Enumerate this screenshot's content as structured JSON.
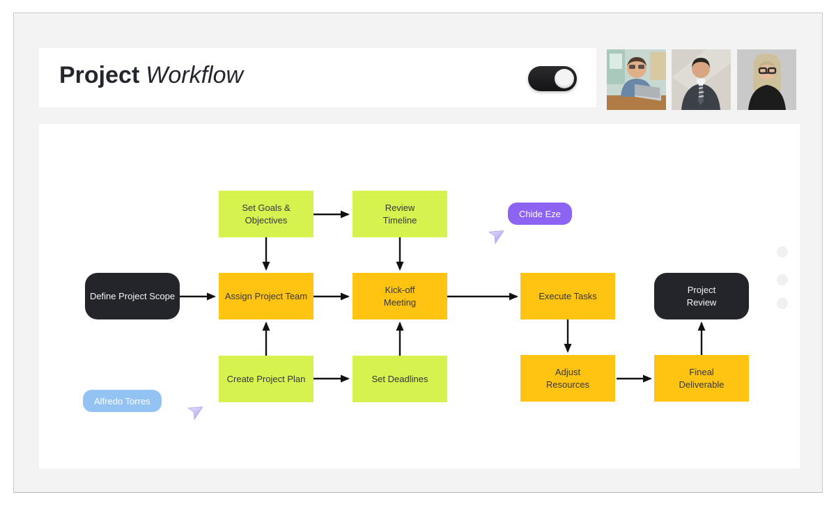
{
  "header": {
    "title_bold": "Project",
    "title_italic": "Workflow",
    "toggle": {
      "state": "on"
    }
  },
  "team": {
    "avatars": [
      {
        "name": "man-with-laptop"
      },
      {
        "name": "man-in-suit"
      },
      {
        "name": "woman-with-glasses"
      }
    ]
  },
  "collab_cursors": [
    {
      "label": "Chide Eze",
      "pill_color": "#8c63f2"
    },
    {
      "label": "Alfredo Torres",
      "pill_color": "#93c3f3"
    }
  ],
  "flowchart": {
    "nodes": [
      {
        "id": "define-project-scope",
        "label": "Define Project Scope",
        "style": "dark"
      },
      {
        "id": "set-goals-objectives",
        "label": "Set Goals & Objectives",
        "style": "green"
      },
      {
        "id": "review-timeline",
        "label": "Review\nTimeline",
        "style": "green"
      },
      {
        "id": "assign-project-team",
        "label": "Assign Project Team",
        "style": "orange"
      },
      {
        "id": "kick-off-meeting",
        "label": "Kick-off\nMeeting",
        "style": "orange"
      },
      {
        "id": "execute-tasks",
        "label": "Execute Tasks",
        "style": "orange"
      },
      {
        "id": "create-project-plan",
        "label": "Create Project Plan",
        "style": "green"
      },
      {
        "id": "set-deadlines",
        "label": "Set Deadlines",
        "style": "green"
      },
      {
        "id": "adjust-resources",
        "label": "Adjust\nResources",
        "style": "orange"
      },
      {
        "id": "fineal-deliverable",
        "label": "Fineal\nDeliverable",
        "style": "orange"
      },
      {
        "id": "project-review",
        "label": "Project\nReview",
        "style": "dark"
      }
    ],
    "edges": [
      {
        "from": "define-project-scope",
        "to": "assign-project-team"
      },
      {
        "from": "set-goals-objectives",
        "to": "review-timeline"
      },
      {
        "from": "set-goals-objectives",
        "to": "assign-project-team"
      },
      {
        "from": "review-timeline",
        "to": "kick-off-meeting"
      },
      {
        "from": "assign-project-team",
        "to": "kick-off-meeting"
      },
      {
        "from": "create-project-plan",
        "to": "assign-project-team"
      },
      {
        "from": "create-project-plan",
        "to": "set-deadlines"
      },
      {
        "from": "set-deadlines",
        "to": "kick-off-meeting"
      },
      {
        "from": "kick-off-meeting",
        "to": "execute-tasks"
      },
      {
        "from": "execute-tasks",
        "to": "adjust-resources"
      },
      {
        "from": "adjust-resources",
        "to": "fineal-deliverable"
      },
      {
        "from": "fineal-deliverable",
        "to": "project-review"
      }
    ]
  },
  "colors": {
    "node_green": "#d6f24e",
    "node_orange": "#ffc412",
    "node_dark": "#23252b",
    "arrow": "#111111",
    "panel_bg": "#f3f3f4"
  }
}
